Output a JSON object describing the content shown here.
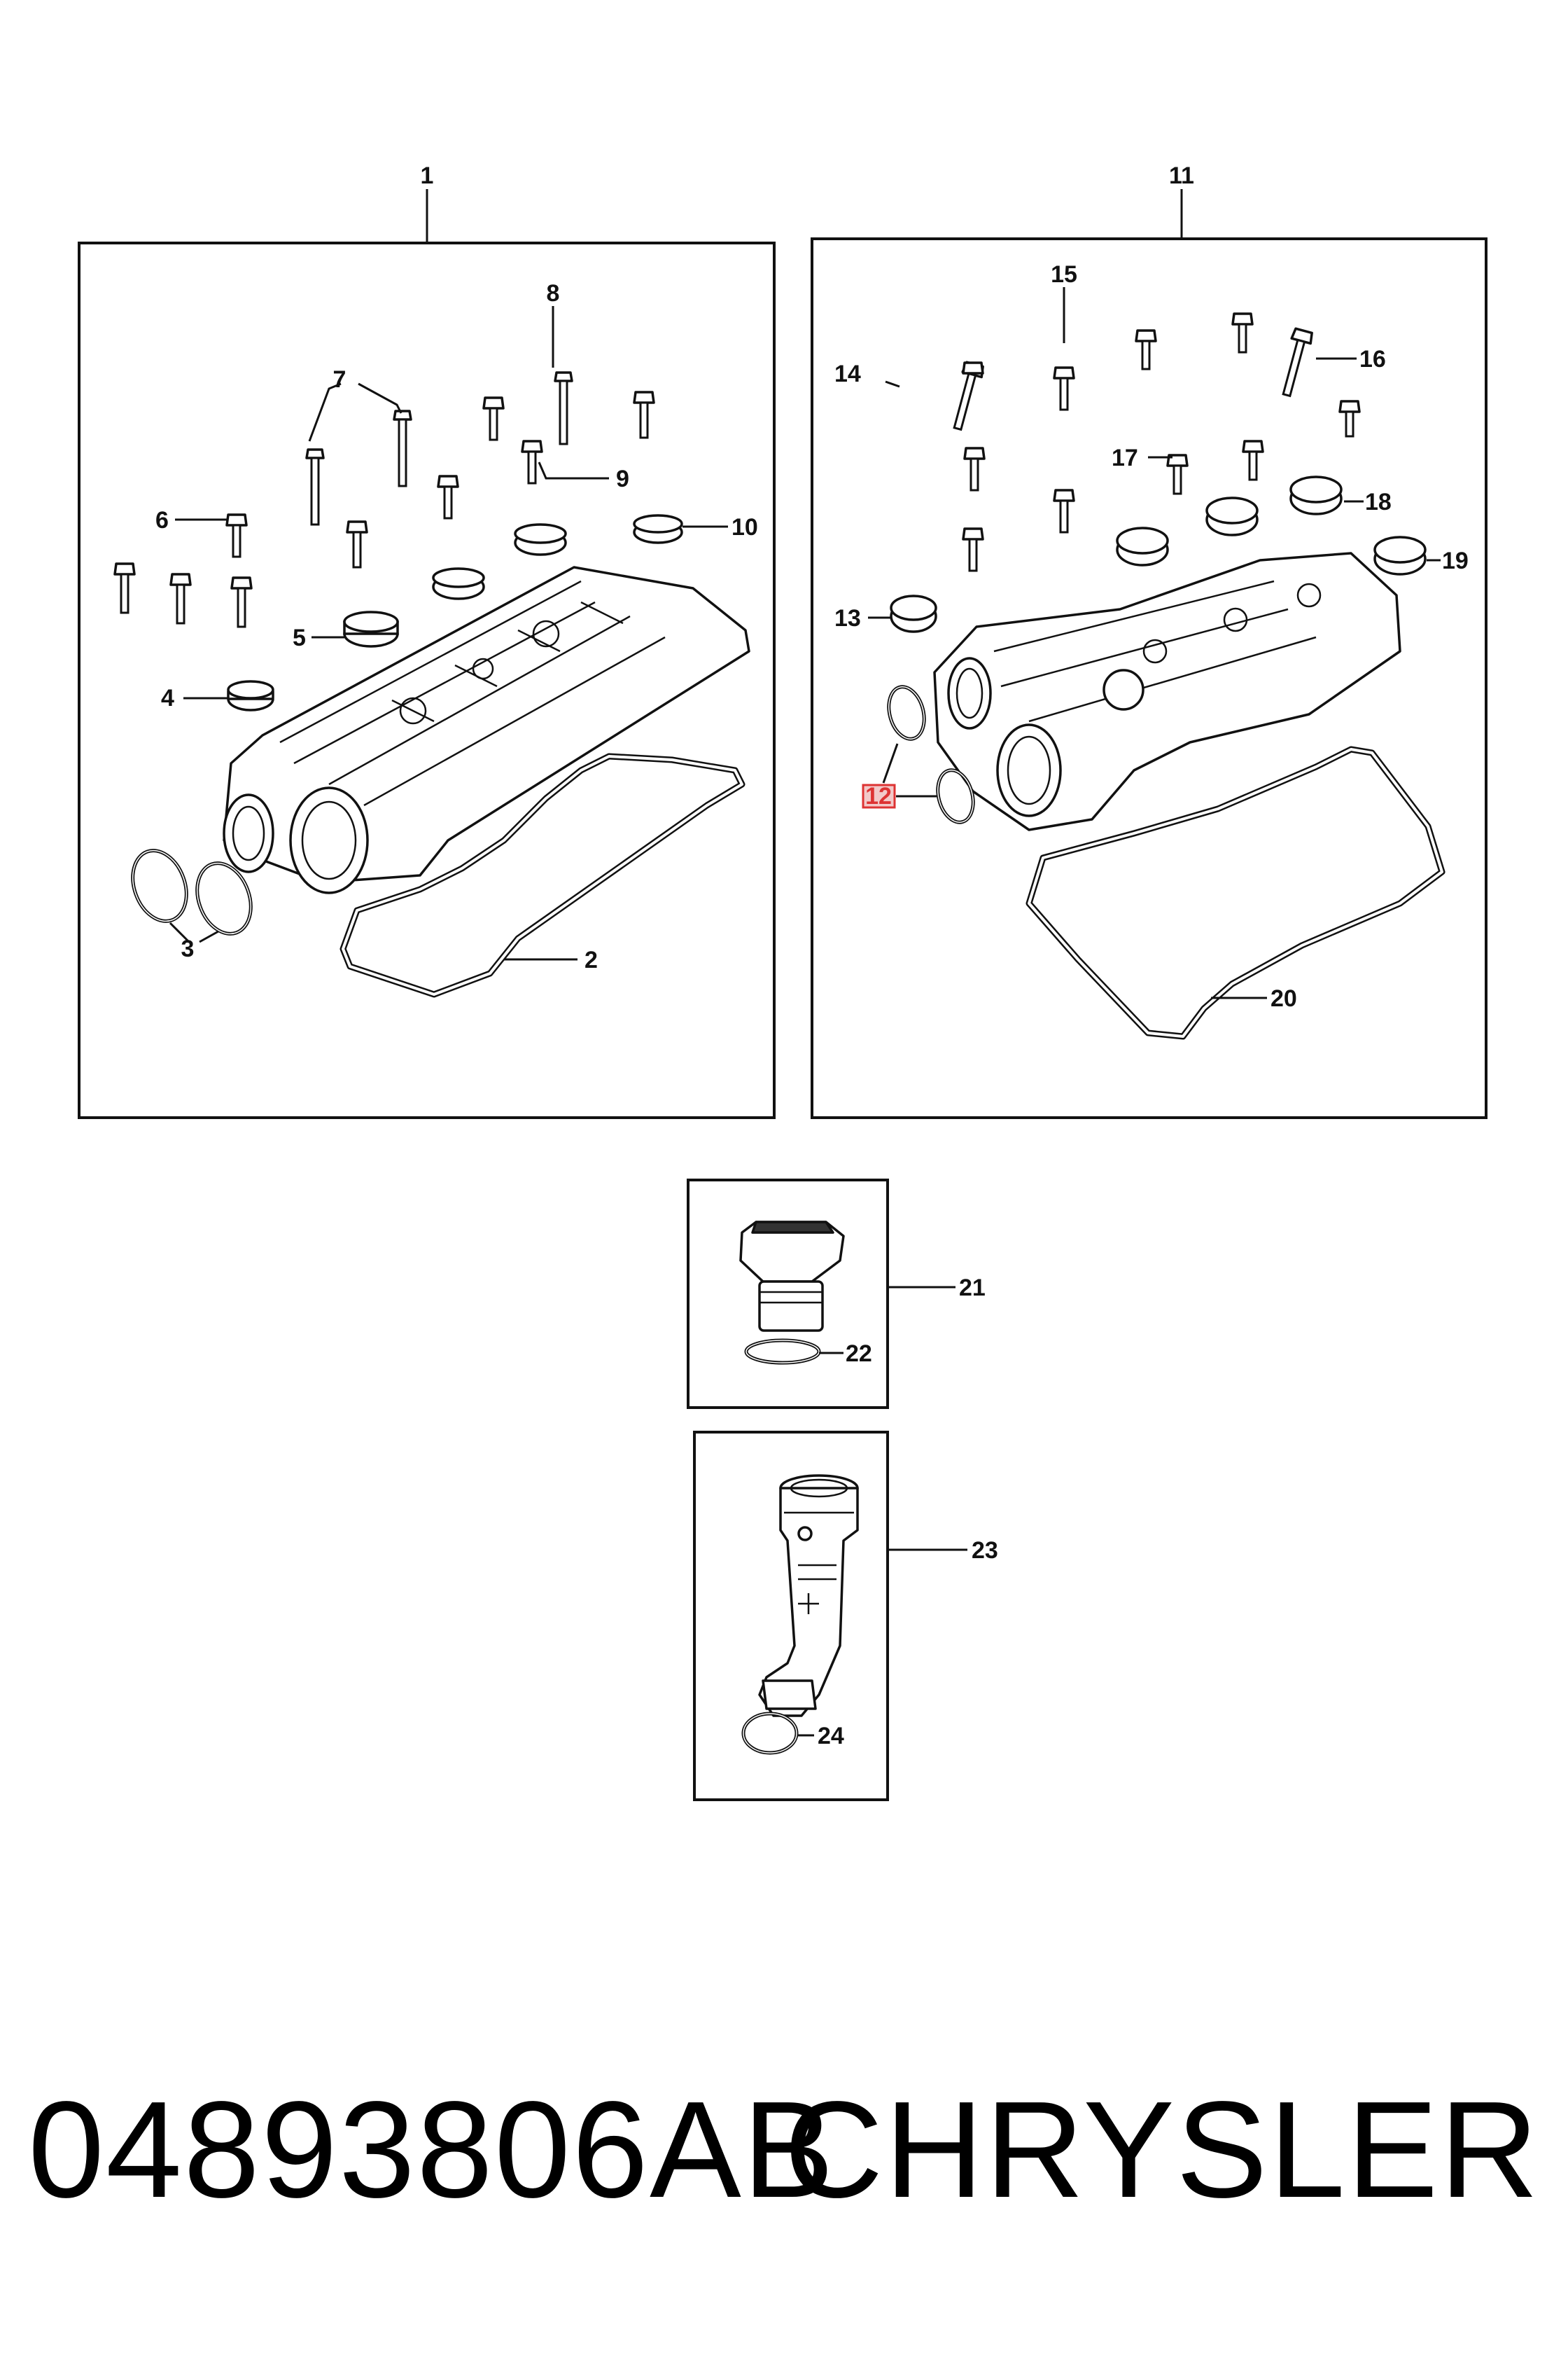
{
  "callouts": {
    "c1": "1",
    "c2": "2",
    "c3": "3",
    "c4": "4",
    "c5": "5",
    "c6": "6",
    "c7": "7",
    "c8": "8",
    "c9": "9",
    "c10": "10",
    "c11": "11",
    "c12": "12",
    "c13": "13",
    "c14": "14",
    "c15": "15",
    "c16": "16",
    "c17": "17",
    "c18": "18",
    "c19": "19",
    "c20": "20",
    "c21": "21",
    "c22": "22",
    "c23": "23",
    "c24": "24"
  },
  "highlighted_callout": "12",
  "highlight_color": "#d33333",
  "footer": {
    "part_number": "04893806AB",
    "brand": "CHRYSLER"
  }
}
